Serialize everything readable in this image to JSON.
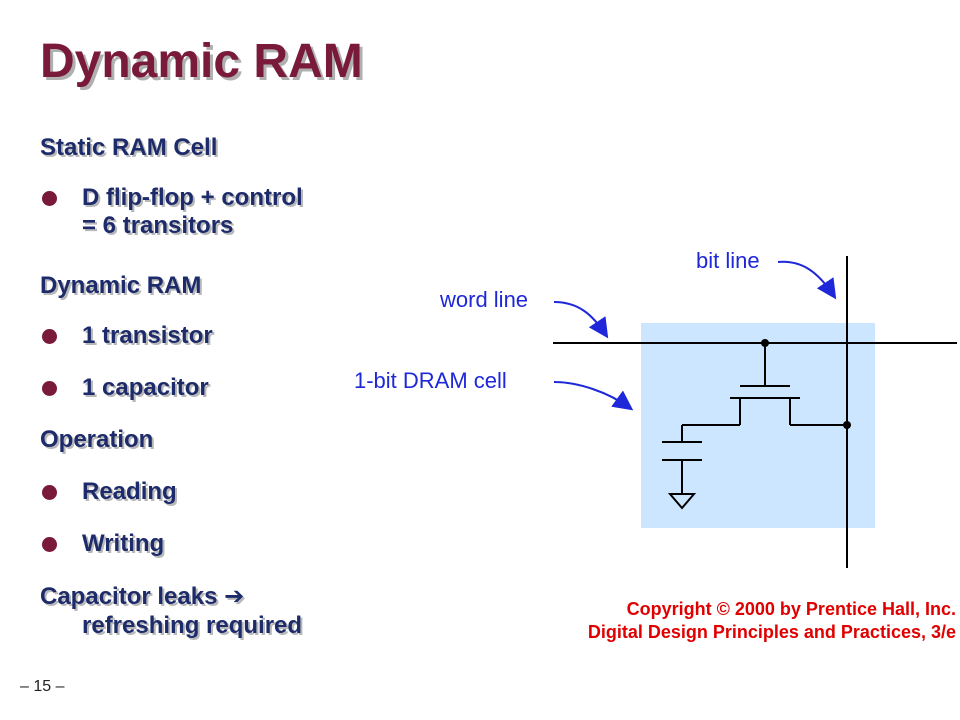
{
  "slide": {
    "title": "Dynamic RAM",
    "page_number": "– 15 –"
  },
  "content": {
    "static_heading": "Static RAM Cell",
    "static_bullet_line1": "D flip-flop + control",
    "static_bullet_line2": "= 6 transitors",
    "dynamic_heading": "Dynamic RAM",
    "dynamic_bullets": [
      "1 transistor",
      "1 capacitor"
    ],
    "operation_heading": "Operation",
    "operation_bullets": [
      "Reading",
      "Writing"
    ],
    "leak_line1": "Capacitor leaks",
    "leak_arrow": "➔",
    "leak_line2": "refreshing required"
  },
  "diagram": {
    "bit_line_label": "bit line",
    "word_line_label": "word line",
    "cell_label": "1-bit DRAM cell",
    "cell_fill": "#cce6ff",
    "label_color": "#1e28d8"
  },
  "copyright": {
    "line1": "Copyright © 2000 by Prentice Hall, Inc.",
    "line2": "Digital Design Principles and Practices, 3/e"
  }
}
